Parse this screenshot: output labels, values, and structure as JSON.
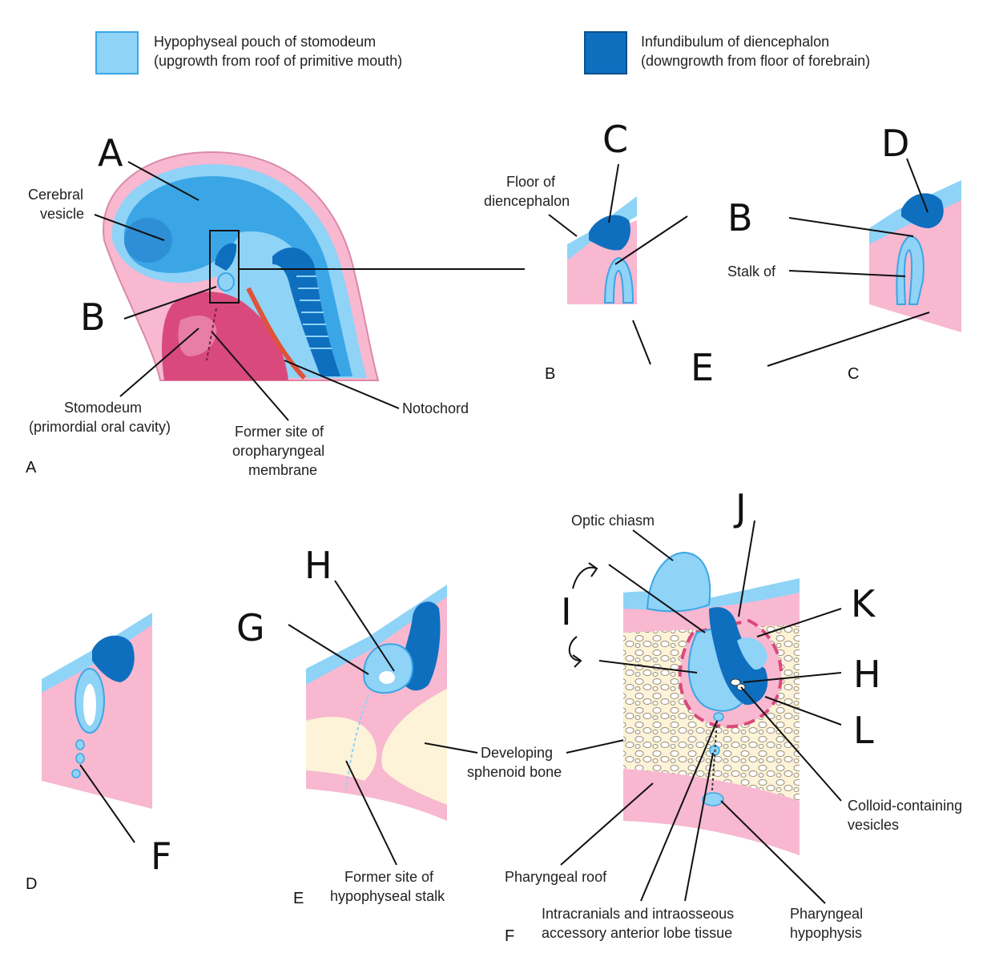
{
  "colors": {
    "light_blue": "#8fd3f7",
    "dark_blue": "#0f6fbf",
    "mid_blue": "#3aa6e6",
    "pink": "#f7b8d0",
    "magenta": "#d9497c",
    "cream": "#fdf3d8"
  },
  "legend": {
    "light": {
      "line1": "Hypophyseal pouch of stomodeum",
      "line2": "(upgrowth from roof of primitive mouth)"
    },
    "dark": {
      "line1": "Infundibulum of diencephalon",
      "line2": "(downgrowth from floor of forebrain)"
    }
  },
  "labels": {
    "cerebral_1": "Cerebral",
    "cerebral_2": "vesicle",
    "stomodeum_1": "Stomodeum",
    "stomodeum_2": "(primordial oral cavity)",
    "former_1": "Former site of",
    "former_2": "oropharyngeal",
    "former_3": "membrane",
    "notochord": "Notochord",
    "floor_1": "Floor of",
    "floor_2": "diencephalon",
    "stalk": "Stalk of",
    "sphenoid_1": "Developing",
    "sphenoid_2": "sphenoid bone",
    "stalk_site_1": "Former site of",
    "stalk_site_2": "hypophyseal stalk",
    "optic": "Optic chiasm",
    "colloid_1": "Colloid-containing",
    "colloid_2": "vesicles",
    "phar_roof": "Pharyngeal roof",
    "intra_1": "Intracranials and intraosseous",
    "intra_2": "accessory anterior lobe tissue",
    "phar_hyp_1": "Pharyngeal",
    "phar_hyp_2": "hypophysis"
  },
  "panels": {
    "a": "A",
    "b": "B",
    "c": "C",
    "d": "D",
    "e": "E",
    "f": "F"
  },
  "handwritten": {
    "A": "A",
    "B": "B",
    "C": "C",
    "D": "D",
    "B2": "B",
    "E": "E",
    "F": "F",
    "G": "G",
    "H": "H",
    "I": "I",
    "J": "J",
    "K": "K",
    "H2": "H",
    "L": "L"
  }
}
